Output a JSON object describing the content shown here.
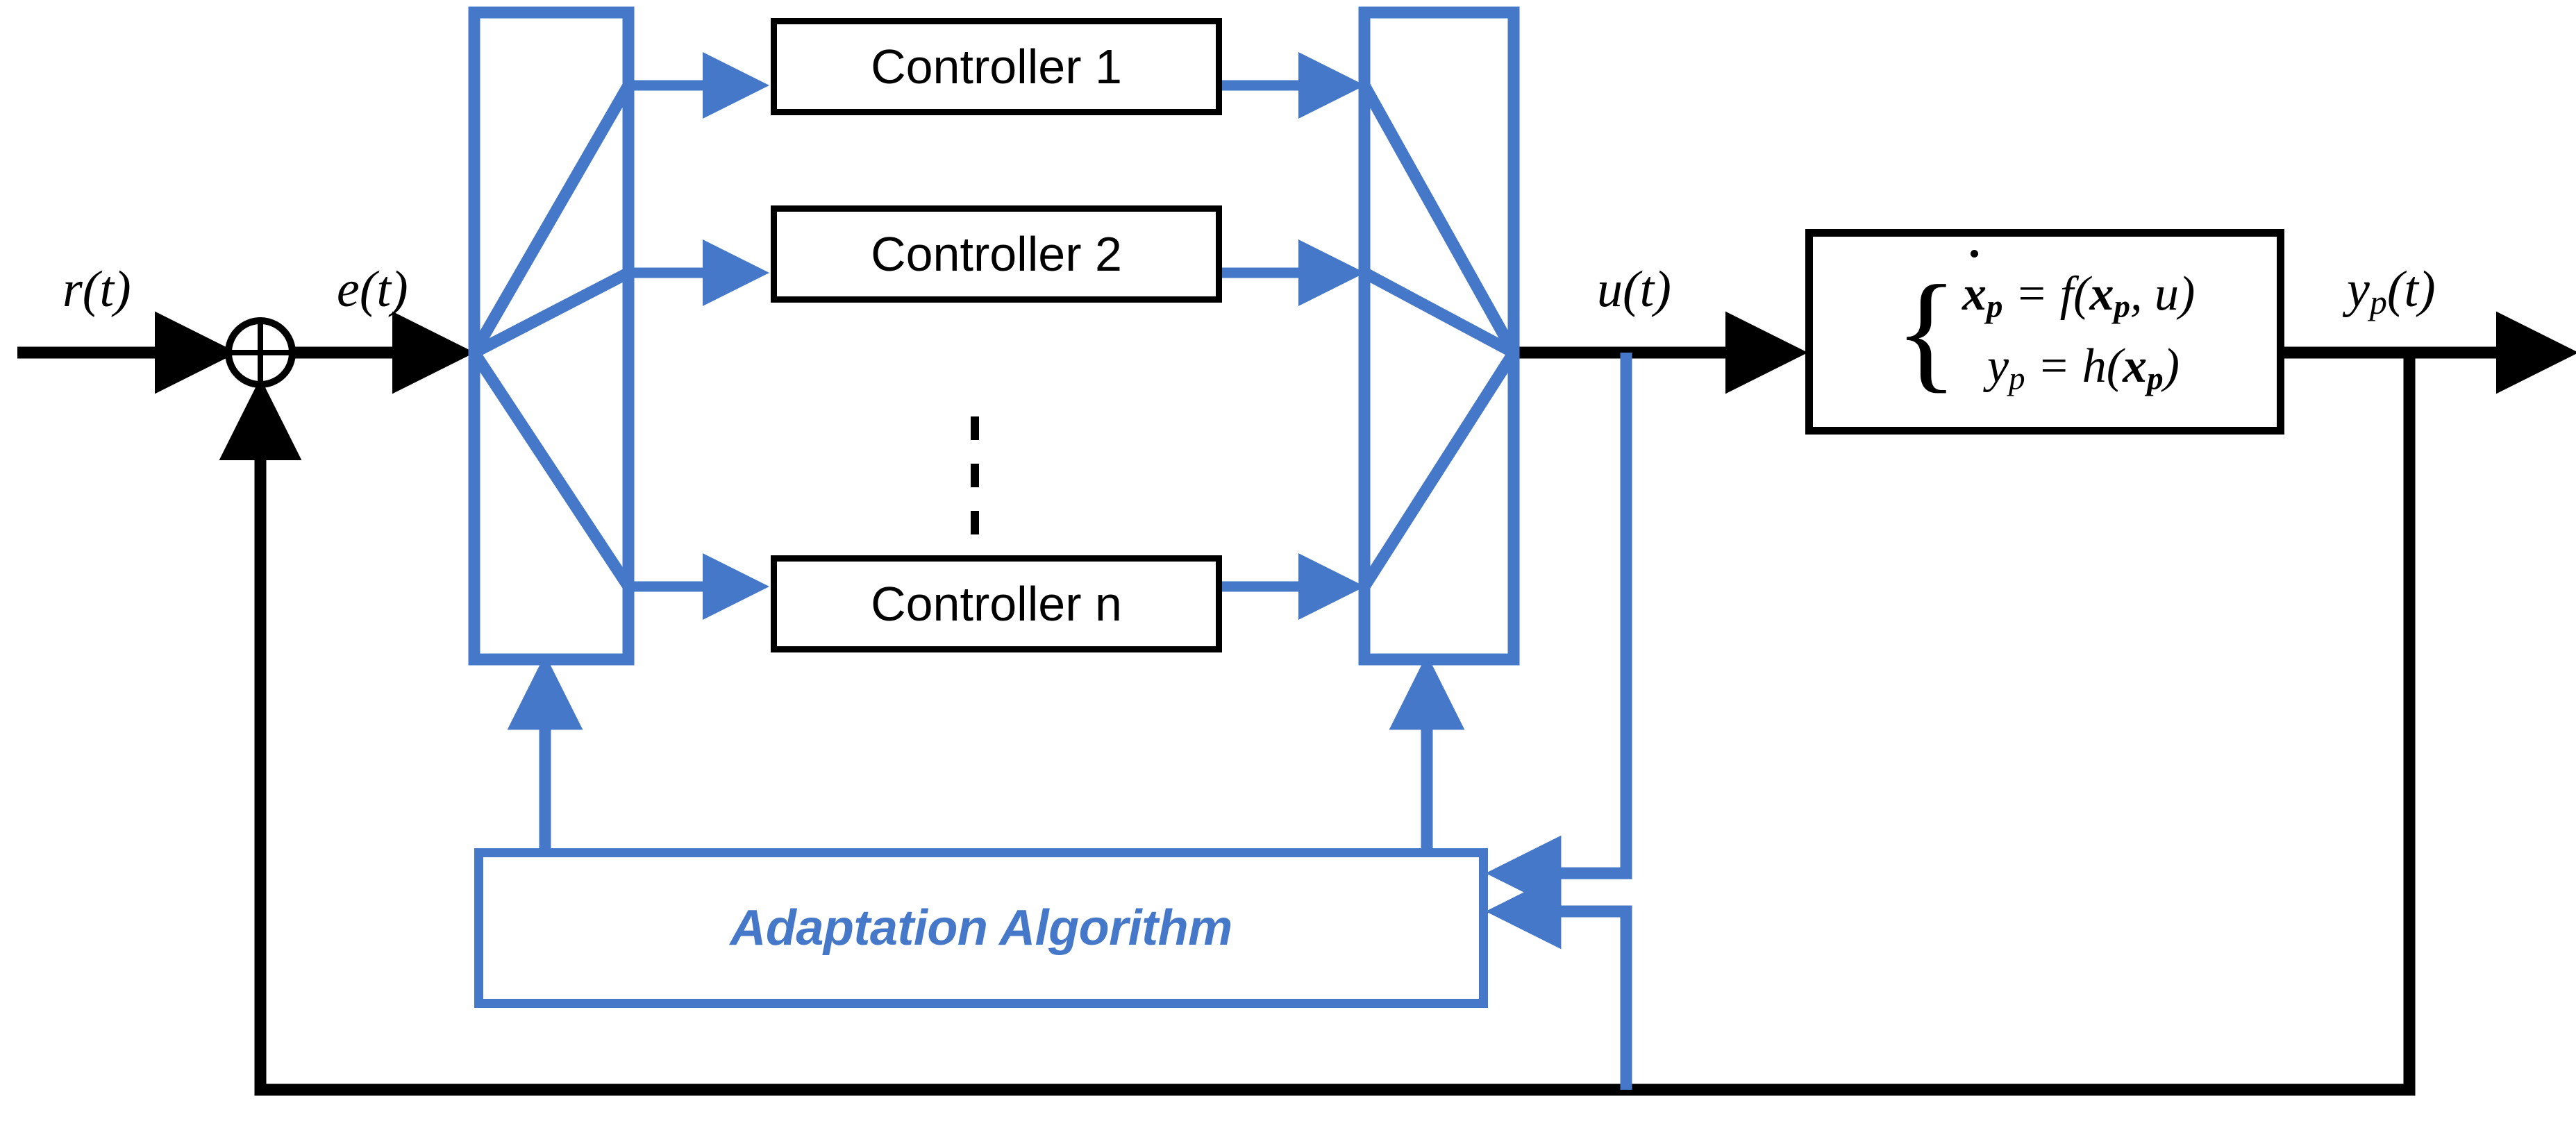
{
  "diagram": {
    "title": "Multiple-model adaptive control block diagram",
    "colors": {
      "signal": "#000000",
      "adaptive": "#4578C8",
      "background": "#FFFFFF"
    }
  },
  "signals": {
    "reference": "r(t)",
    "error": "e(t)",
    "control": "u(t)",
    "output_base": "y",
    "output_sub": "p",
    "output_tail": "(t)"
  },
  "summing_junction": {
    "name": "summing-junction",
    "symbol": "+"
  },
  "controllers": [
    {
      "label": "Controller 1"
    },
    {
      "label": "Controller 2"
    },
    {
      "label": "Controller n"
    }
  ],
  "ellipsis": {
    "style": "vertical-dashed"
  },
  "demux": {
    "name": "signal-distributor",
    "ports": 3
  },
  "mux": {
    "name": "signal-combiner",
    "ports": 3
  },
  "adaptation": {
    "label": "Adaptation Algorithm"
  },
  "plant": {
    "name": "nonlinear-plant",
    "equation_1": {
      "lhs_var": "x",
      "lhs_sub": "p",
      "rhs": "f(",
      "rhs_arg1": "x",
      "rhs_arg1_sub": "p",
      "rhs_arg2": ", u)"
    },
    "equation_2": {
      "lhs_var": "y",
      "lhs_sub": "p",
      "rhs": "h(",
      "rhs_arg1": "x",
      "rhs_arg1_sub": "p",
      "rhs_arg2": ")"
    },
    "equals": "="
  }
}
